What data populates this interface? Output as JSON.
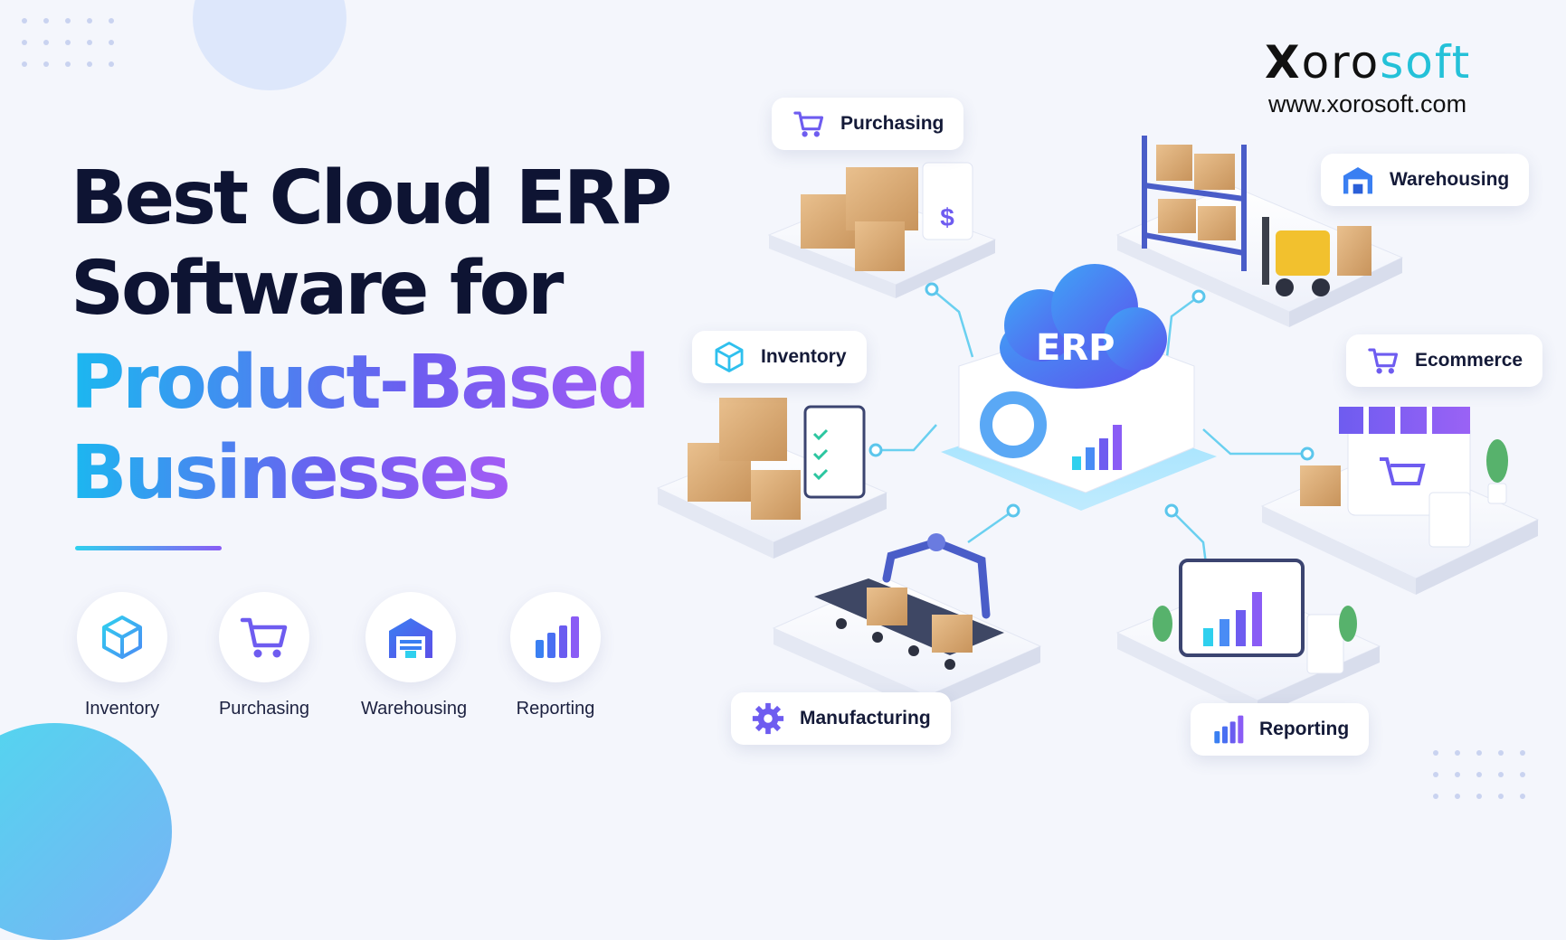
{
  "headline": {
    "line1": "Best Cloud ERP",
    "line2": "Software for",
    "line3": "Product-Based",
    "line4": "Businesses"
  },
  "brand": {
    "logo_x": "X",
    "logo_oro": "oro",
    "logo_soft": "soft",
    "url": "www.xorosoft.com"
  },
  "features": [
    {
      "label": "Inventory",
      "icon": "cube-icon"
    },
    {
      "label": "Purchasing",
      "icon": "cart-icon"
    },
    {
      "label": "Warehousing",
      "icon": "warehouse-icon"
    },
    {
      "label": "Reporting",
      "icon": "bar-chart-icon"
    }
  ],
  "hub": {
    "label": "ERP"
  },
  "modules": {
    "purchasing": "Purchasing",
    "warehousing": "Warehousing",
    "inventory": "Inventory",
    "ecommerce": "Ecommerce",
    "manufacturing": "Manufacturing",
    "reporting": "Reporting"
  },
  "colors": {
    "navy": "#0e1433",
    "cyan": "#1bb8f0",
    "purple": "#7a5cf0",
    "logo_teal": "#24c1d8"
  }
}
